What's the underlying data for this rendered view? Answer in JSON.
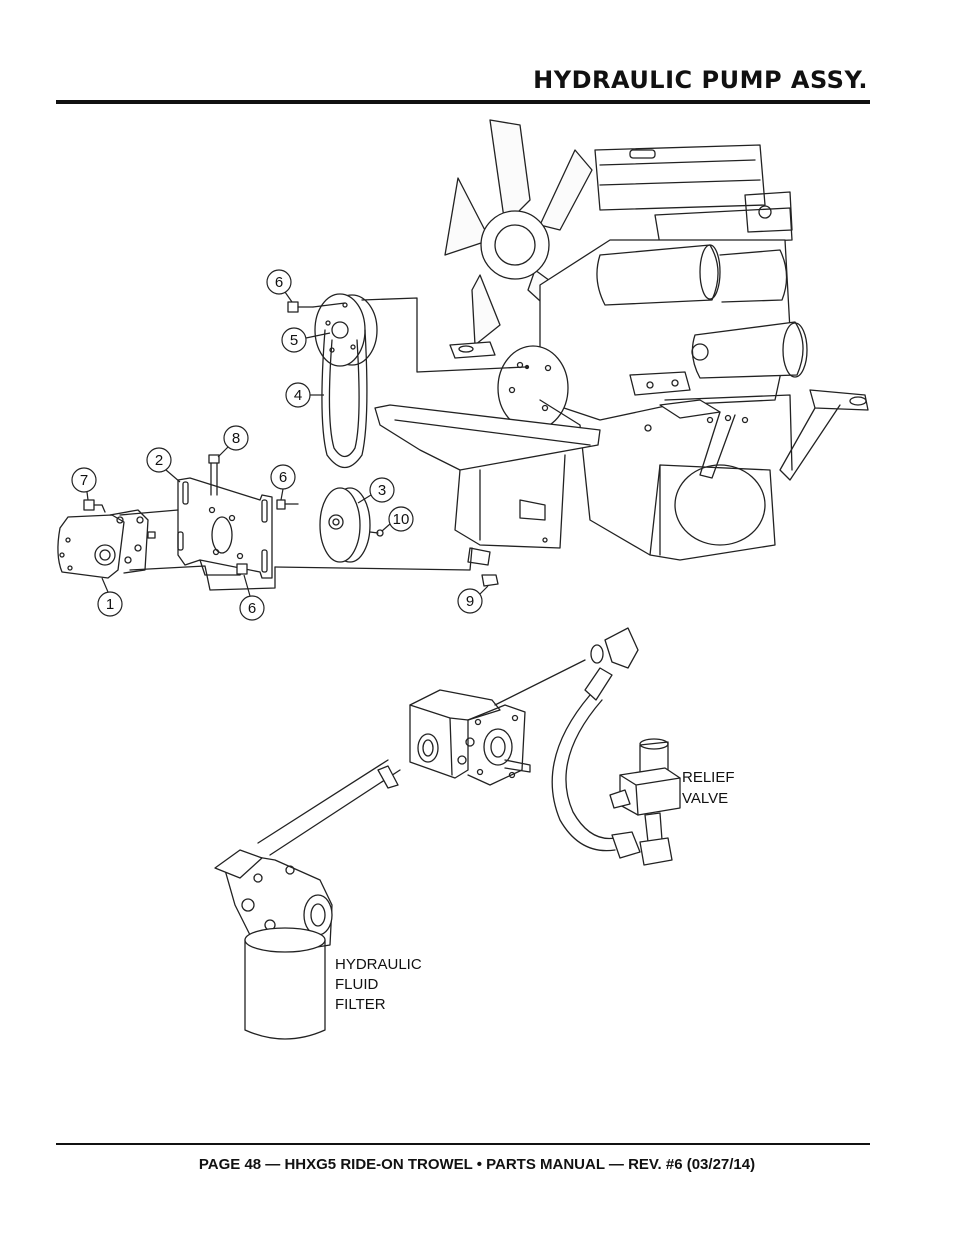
{
  "header": {
    "title": "HYDRAULIC PUMP ASSY."
  },
  "callouts": [
    "6",
    "5",
    "4",
    "8",
    "2",
    "7",
    "6",
    "3",
    "10",
    "1",
    "6",
    "9"
  ],
  "labels": {
    "relief_valve": [
      "RELIEF",
      "VALVE"
    ],
    "fluid_filter": [
      "HYDRAULIC",
      "FLUID",
      "FILTER"
    ]
  },
  "footer": {
    "text": "PAGE 48 — HHXG5 RIDE-ON TROWEL • PARTS MANUAL — REV. #6 (03/27/14)"
  }
}
